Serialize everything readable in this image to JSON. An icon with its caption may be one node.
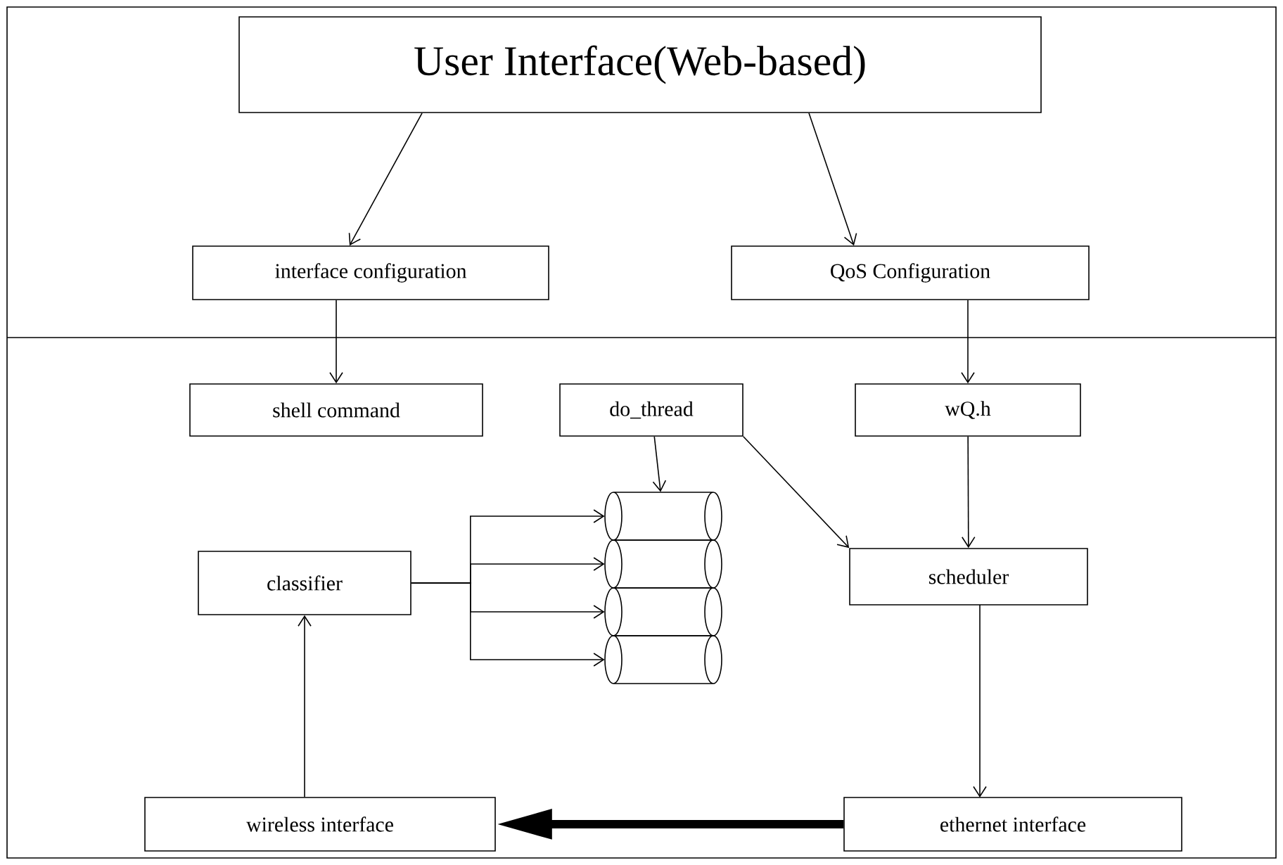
{
  "diagram": {
    "nodes": [
      {
        "text": [
          "User Interface(Web-based)"
        ]
      },
      {
        "text": [
          "interface configuration"
        ]
      },
      {
        "text": [
          "QoS Configuration"
        ]
      },
      {
        "text": [
          "shell command"
        ]
      },
      {
        "text": [
          "do_thread"
        ]
      },
      {
        "text": [
          "wQ.h"
        ]
      },
      {
        "text": [],
        "shape": "cylinder"
      },
      {
        "text": [],
        "shape": "cylinder"
      },
      {
        "text": [],
        "shape": "cylinder"
      },
      {
        "text": [],
        "shape": "cylinder"
      },
      {
        "text": [
          "classifier"
        ]
      },
      {
        "text": [
          "scheduler"
        ]
      },
      {
        "text": [
          "wireless interface"
        ]
      },
      {
        "text": [
          "ethernet interface"
        ]
      }
    ],
    "edges": [
      {
        "from": 0,
        "to": 1,
        "arrow": "to"
      },
      {
        "from": 0,
        "to": 2,
        "arrow": "to"
      },
      {
        "from": 1,
        "to": 3,
        "arrow": "to"
      },
      {
        "from": 2,
        "to": 5,
        "arrow": "to"
      },
      {
        "from": 4,
        "to": 6,
        "arrow": "to"
      },
      {
        "from": 4,
        "to": 11,
        "arrow": "to"
      },
      {
        "from": 5,
        "to": 11,
        "arrow": "to"
      },
      {
        "from": 10,
        "to": 6,
        "arrow": "to"
      },
      {
        "from": 10,
        "to": 7,
        "arrow": "to"
      },
      {
        "from": 10,
        "to": 8,
        "arrow": "to"
      },
      {
        "from": 10,
        "to": 9,
        "arrow": "to"
      },
      {
        "from": 12,
        "to": 10,
        "arrow": "to"
      },
      {
        "from": 11,
        "to": 13,
        "arrow": "to"
      },
      {
        "from": 13,
        "to": 12,
        "arrow": "to",
        "style": "thick"
      }
    ]
  }
}
